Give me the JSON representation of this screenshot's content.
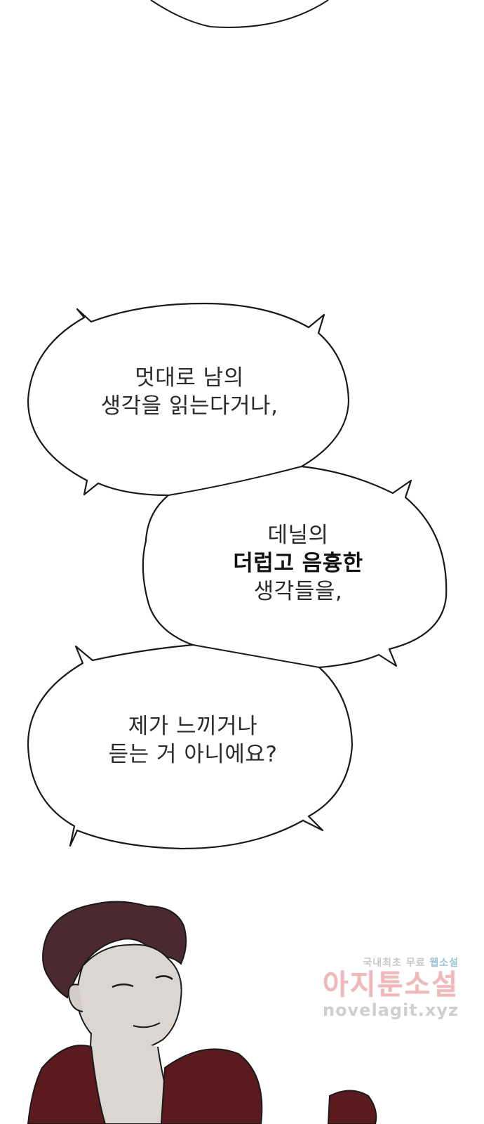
{
  "bubbles": [
    {
      "lines": [
        "멋대로 남의",
        "생각을 읽는다거나,"
      ]
    },
    {
      "lines": [
        "데닐의",
        "더럽고 음흉한",
        "생각들을,"
      ]
    },
    {
      "lines": [
        "제가 느끼거나",
        "듣는 거 아니에요?"
      ]
    }
  ],
  "watermark": {
    "top_text": "국내최초 무료",
    "top_accent": "웹소설",
    "main": "아지툰소설",
    "url": "novelagit.xyz"
  },
  "colors": {
    "outline": "#1a1a1a",
    "hair": "#4a2a30",
    "shirt": "#5a1a1e",
    "skin": "#dcd6d2"
  }
}
